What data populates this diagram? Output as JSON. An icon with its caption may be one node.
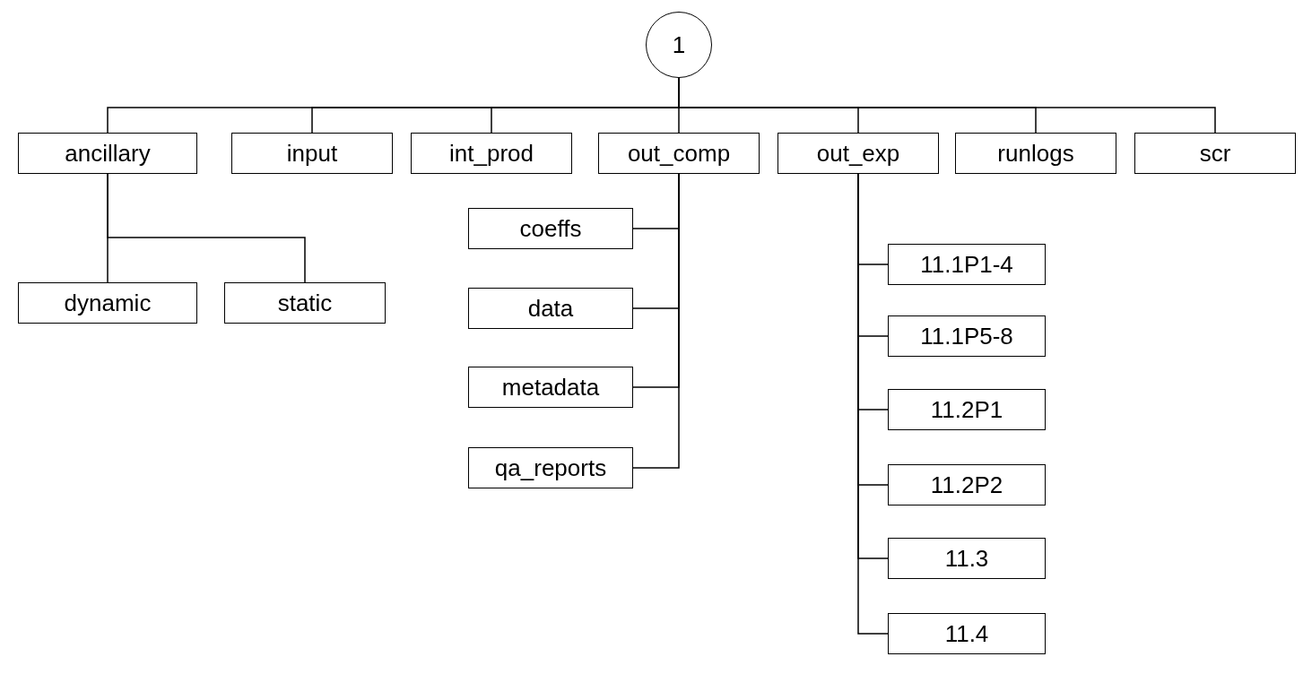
{
  "diagram": {
    "nodes": [
      {
        "text": [
          "1"
        ]
      },
      {
        "text": [
          "ancillary"
        ]
      },
      {
        "text": [
          "input"
        ]
      },
      {
        "text": [
          "int_prod"
        ]
      },
      {
        "text": [
          "out_comp"
        ]
      },
      {
        "text": [
          "out_exp"
        ]
      },
      {
        "text": [
          "runlogs"
        ]
      },
      {
        "text": [
          "scr"
        ]
      },
      {
        "text": [
          "dynamic"
        ]
      },
      {
        "text": [
          "static"
        ]
      },
      {
        "text": [
          "coeffs"
        ]
      },
      {
        "text": [
          "data"
        ]
      },
      {
        "text": [
          "metadata"
        ]
      },
      {
        "text": [
          "qa_reports"
        ]
      },
      {
        "text": [
          "11.1P1-4"
        ]
      },
      {
        "text": [
          "11.1P5-8"
        ]
      },
      {
        "text": [
          "11.2P1"
        ]
      },
      {
        "text": [
          "11.2P2"
        ]
      },
      {
        "text": [
          "11.3"
        ]
      },
      {
        "text": [
          "11.4"
        ]
      }
    ],
    "edges": [
      {
        "from": 0,
        "to": 1,
        "arrow": "none"
      },
      {
        "from": 0,
        "to": 2,
        "arrow": "none"
      },
      {
        "from": 0,
        "to": 3,
        "arrow": "none"
      },
      {
        "from": 0,
        "to": 4,
        "arrow": "none"
      },
      {
        "from": 0,
        "to": 5,
        "arrow": "none"
      },
      {
        "from": 0,
        "to": 6,
        "arrow": "none"
      },
      {
        "from": 0,
        "to": 7,
        "arrow": "none"
      },
      {
        "from": 1,
        "to": 8,
        "arrow": "none"
      },
      {
        "from": 1,
        "to": 9,
        "arrow": "none"
      },
      {
        "from": 4,
        "to": 10,
        "arrow": "none"
      },
      {
        "from": 4,
        "to": 11,
        "arrow": "none"
      },
      {
        "from": 4,
        "to": 12,
        "arrow": "none"
      },
      {
        "from": 4,
        "to": 13,
        "arrow": "none"
      },
      {
        "from": 5,
        "to": 14,
        "arrow": "none"
      },
      {
        "from": 5,
        "to": 15,
        "arrow": "none"
      },
      {
        "from": 5,
        "to": 16,
        "arrow": "none"
      },
      {
        "from": 5,
        "to": 17,
        "arrow": "none"
      },
      {
        "from": 5,
        "to": 18,
        "arrow": "none"
      },
      {
        "from": 5,
        "to": 19,
        "arrow": "none"
      }
    ]
  }
}
